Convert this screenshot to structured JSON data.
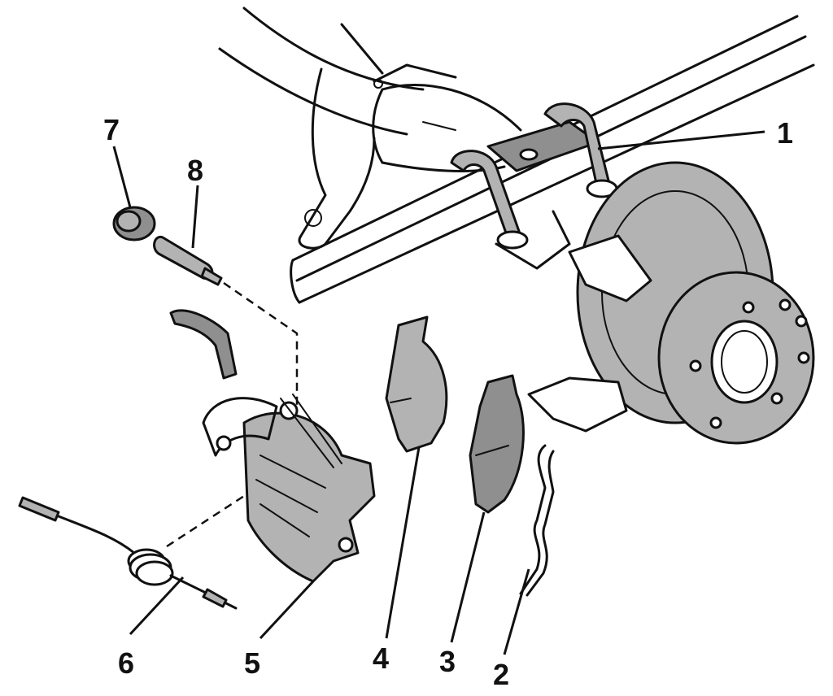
{
  "callouts": [
    {
      "id": "1",
      "label": "1"
    },
    {
      "id": "2",
      "label": "2"
    },
    {
      "id": "3",
      "label": "3"
    },
    {
      "id": "4",
      "label": "4"
    },
    {
      "id": "5",
      "label": "5"
    },
    {
      "id": "6",
      "label": "6"
    },
    {
      "id": "7",
      "label": "7"
    },
    {
      "id": "8",
      "label": "8"
    }
  ],
  "colors": {
    "part_fill": "#b3b3b3",
    "part_dark": "#8f8f8f",
    "outline": "#111111",
    "background": "#ffffff"
  }
}
